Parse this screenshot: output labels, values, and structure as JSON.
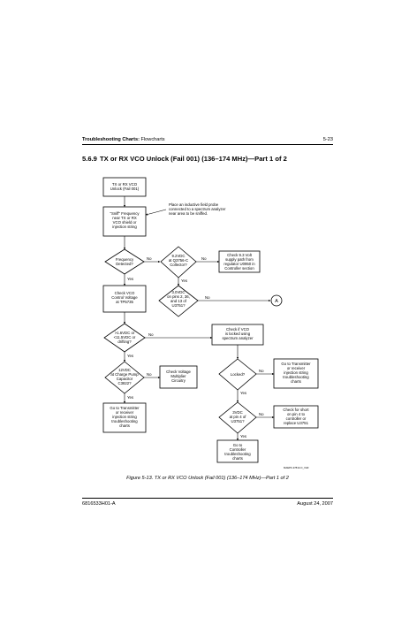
{
  "header": {
    "left_bold": "Troubleshooting Charts:",
    "left_rest": " Flowcharts",
    "page": "5-23"
  },
  "section": {
    "number": "5.6.9",
    "title": "TX or RX VCO Unlock (Fail 001) (136–174 MHz)—Part 1 of 2"
  },
  "flowchart": {
    "start": [
      "TX or RX VCO",
      "Unlock (Fail 001)"
    ],
    "probe_note": [
      "Place an inductive field probe",
      "connected to a spectrum analyzer",
      "near area to be sniffed."
    ],
    "sniff": [
      "\"Sniff\" Frequency",
      "near TX or RX",
      "VCO shield or",
      "injection string"
    ],
    "freq_detected": [
      "Frequency",
      "Detected?"
    ],
    "v92": [
      "9.2VDC",
      "at Q3756-C",
      "Collector?"
    ],
    "check93": [
      "Check 9.3 Volt",
      "supply path from",
      "regulator U0950 in",
      "Controller section"
    ],
    "check_vco": [
      "Check VCO",
      "Control Voltage",
      "at TP5735"
    ],
    "v30": [
      "3.0VDC",
      "on pins 2, 36,",
      "and 13 of",
      "U3751?"
    ],
    "connector": "A",
    "range": [
      ">1.6VDC or",
      "<11.5VDC or",
      "drifting?"
    ],
    "lock_check": [
      "Check if VCO",
      "is locked using",
      "spectrum analyzer"
    ],
    "v12": [
      "12VDC",
      "at Charge Pump",
      "Capacitor",
      "C3822?"
    ],
    "check_mult": [
      "Check Voltage",
      "Multiplier",
      "Circuitry"
    ],
    "locked": [
      "Locked?"
    ],
    "goto_inj_right": [
      "Go to Transmitter",
      "or receiver",
      "injection string",
      "troubleshooting",
      "charts"
    ],
    "goto_inj_left": [
      "Go to Transmitter",
      "or receiver",
      "injection string",
      "troubleshooting",
      "charts"
    ],
    "v3": [
      "3VDC",
      "at pin 4 of",
      "U3751?"
    ],
    "check_short": [
      "Check for short",
      "on pin 4 to",
      "controller or",
      "replace U3751"
    ],
    "goto_ctrl": [
      "Go to",
      "Controller",
      "troubleshooting",
      "charts"
    ],
    "yes": "Yes",
    "no": "No",
    "figure_id": "MAEPF-27813-O_VHF"
  },
  "caption": "Figure 5-13.  TX or RX VCO Unlock (Fail 001) (136–174 MHz)—Part 1 of 2",
  "footer": {
    "left": "6816533H01-A",
    "right": "August 24, 2007"
  }
}
